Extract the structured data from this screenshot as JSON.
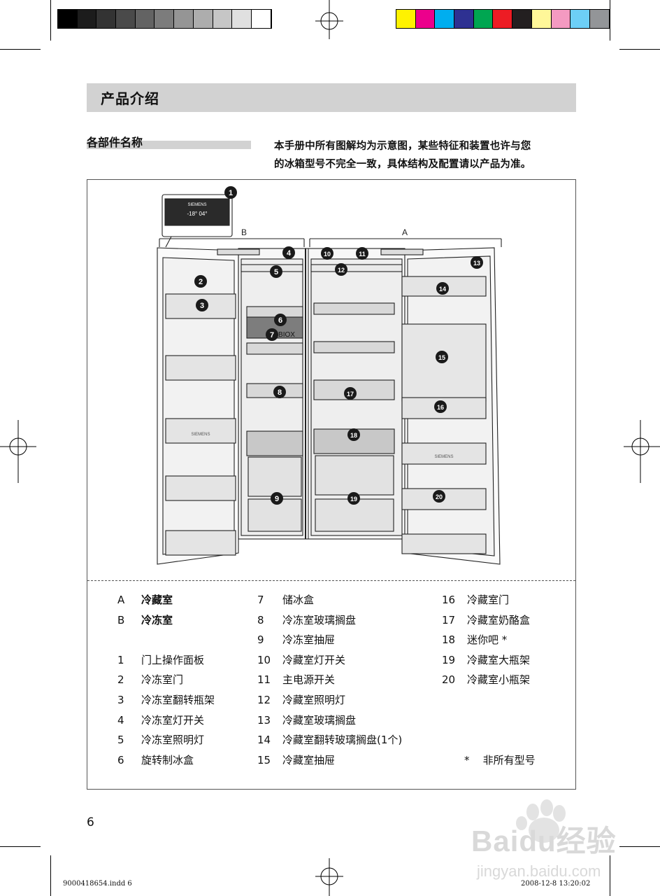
{
  "header": {
    "title": "产品介绍"
  },
  "section": {
    "heading": "各部件名称",
    "intro_line1": "本手册中所有图解均为示意图，某些特征和装置也许与您",
    "intro_line2": "的冰箱型号不完全一致，具体结构及配置请以产品为准。"
  },
  "colors": {
    "gray_swatches": [
      "#000000",
      "#1c1c1c",
      "#333333",
      "#4a4a4a",
      "#636363",
      "#7c7c7c",
      "#959595",
      "#adadad",
      "#c6c6c6",
      "#e0e0e0",
      "#ffffff"
    ],
    "color_swatches": [
      "#fff200",
      "#ec008c",
      "#00aeef",
      "#2e3192",
      "#00a651",
      "#ed1c24",
      "#231f20",
      "#fff799",
      "#f49ac1",
      "#6dcff6",
      "#939598"
    ],
    "title_bar": "#d2d2d2"
  },
  "diagram": {
    "brand": "SIEMENS",
    "panel_display": "-18° 04°",
    "zone_b": "B",
    "zone_a": "A",
    "box_label": "BIOX",
    "callouts": [
      "1",
      "2",
      "3",
      "4",
      "5",
      "6",
      "7",
      "8",
      "9",
      "10",
      "11",
      "12",
      "13",
      "14",
      "15",
      "16",
      "17",
      "18",
      "19",
      "20"
    ]
  },
  "legend": {
    "col1": [
      {
        "num": "A",
        "label": "冷藏室",
        "bold": true
      },
      {
        "num": "B",
        "label": "冷冻室",
        "bold": true
      },
      {
        "num": "1",
        "label": "门上操作面板"
      },
      {
        "num": "2",
        "label": "冷冻室门"
      },
      {
        "num": "3",
        "label": "冷冻室翻转瓶架"
      },
      {
        "num": "4",
        "label": "冷冻室灯开关"
      },
      {
        "num": "5",
        "label": "冷冻室照明灯"
      },
      {
        "num": "6",
        "label": "旋转制冰盒"
      }
    ],
    "col2": [
      {
        "num": "7",
        "label": "储冰盒"
      },
      {
        "num": "8",
        "label": "冷冻室玻璃搁盘"
      },
      {
        "num": "9",
        "label": "冷冻室抽屉"
      },
      {
        "num": "10",
        "label": "冷藏室灯开关"
      },
      {
        "num": "11",
        "label": "主电源开关"
      },
      {
        "num": "12",
        "label": "冷藏室照明灯"
      },
      {
        "num": "13",
        "label": "冷藏室玻璃搁盘"
      },
      {
        "num": "14",
        "label": "冷藏室翻转玻璃搁盘(1个)"
      },
      {
        "num": "15",
        "label": "冷藏室抽屉"
      }
    ],
    "col3": [
      {
        "num": "16",
        "label": "冷藏室门"
      },
      {
        "num": "17",
        "label": "冷藏室奶酪盒"
      },
      {
        "num": "18",
        "label": "迷你吧 *"
      },
      {
        "num": "19",
        "label": "冷藏室大瓶架"
      },
      {
        "num": "20",
        "label": "冷藏室小瓶架"
      }
    ],
    "note_mark": "*",
    "note_text": "非所有型号"
  },
  "page_number": "6",
  "footer": {
    "file": "9000418654.indd   6",
    "date": "2008-12-8   13:20:02"
  },
  "watermark": {
    "brand": "Baidu经验",
    "url": "jingyan.baidu.com"
  }
}
